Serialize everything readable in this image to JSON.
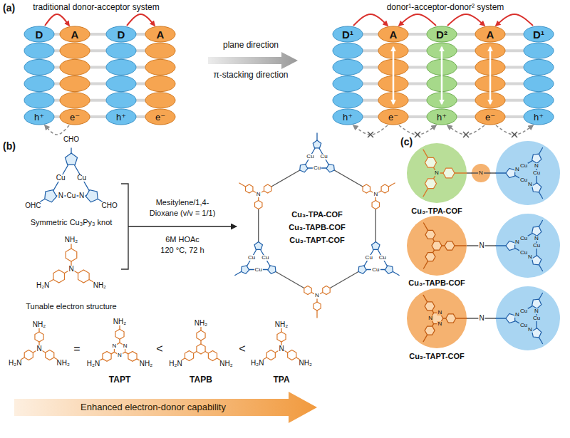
{
  "diagram": {
    "nodes": [
      {
        "text": [
          "D",
          "h⁺"
        ]
      },
      {
        "text": [
          "A",
          "e⁻"
        ]
      },
      {
        "text": [
          "D",
          "h⁺"
        ]
      },
      {
        "text": [
          "A",
          "e⁻"
        ]
      },
      {
        "text": [
          "D¹",
          "h⁺"
        ]
      },
      {
        "text": [
          "A",
          "e⁻"
        ]
      },
      {
        "text": [
          "D²",
          "h⁺"
        ]
      },
      {
        "text": [
          "A",
          "e⁻"
        ]
      },
      {
        "text": [
          "D¹",
          "h⁺"
        ]
      },
      {
        "text": [
          "N"
        ]
      },
      {
        "text": [
          "N"
        ]
      },
      {
        "text": [
          "N",
          "Cu",
          "N",
          "Cu",
          "N",
          "Cu"
        ]
      },
      {
        "text": [
          "N",
          "Cu",
          "N",
          "Cu",
          "N",
          "Cu"
        ]
      },
      {
        "text": [
          "N",
          "N",
          "N"
        ]
      },
      {
        "text": [
          "N",
          "Cu",
          "N",
          "Cu",
          "N",
          "Cu"
        ]
      }
    ],
    "edges": [
      {
        "from": 0,
        "to": 1,
        "arrow": "to"
      },
      {
        "from": 2,
        "to": 3,
        "arrow": "to"
      },
      {
        "from": 1,
        "to": 0,
        "arrow": "to"
      },
      {
        "from": 4,
        "to": 5,
        "arrow": "to"
      },
      {
        "from": 6,
        "to": 5,
        "arrow": "to"
      },
      {
        "from": 6,
        "to": 7,
        "arrow": "to"
      },
      {
        "from": 8,
        "to": 7,
        "arrow": "to"
      },
      {
        "from": 5,
        "to": 4,
        "arrow": "to"
      },
      {
        "from": 5,
        "to": 6,
        "arrow": "to"
      },
      {
        "from": 7,
        "to": 6,
        "arrow": "to"
      },
      {
        "from": 7,
        "to": 8,
        "arrow": "to"
      }
    ],
    "labels": [
      "(a)",
      "traditional donor-acceptor system",
      "donor¹-acceptor-donor² system",
      "plane direction",
      "π-stacking direction",
      "(b)",
      "CHO",
      "Cu",
      "Cu",
      "OHC",
      "N",
      "Cu",
      "N",
      "CHO",
      "Symmetric Cu₃Py₃ knot",
      "NH₂",
      "N",
      "H₂N",
      "NH₂",
      "Tunable electron structure",
      "Mesitylene/1,4-",
      "Dioxane (v/v = 1/1)",
      "6M HOAc",
      "120 °C, 72 h",
      "Cu",
      "Cu",
      "Cu",
      "Cu",
      "Cu",
      "Cu",
      "Cu",
      "Cu",
      "Cu",
      "N",
      "N",
      "N",
      "Cu₃-TPA-COF",
      "Cu₃-TAPB-COF",
      "Cu₃-TAPT-COF",
      "NH₂",
      "N",
      "H₂N",
      "NH₂",
      "=",
      "NH₂",
      "N",
      "N",
      "N",
      "H₂N",
      "NH₂",
      "<",
      "NH₂",
      "H₂N",
      "NH₂",
      "<",
      "NH₂",
      "N",
      "H₂N",
      "NH₂",
      "TAPT",
      "TAPB",
      "TPA",
      "Enhanced electron-donor capability",
      "(c)",
      "Cu₃-TPA-COF",
      "N",
      "Cu₃-TAPB-COF",
      "N",
      "Cu₃-TAPT-COF"
    ]
  }
}
